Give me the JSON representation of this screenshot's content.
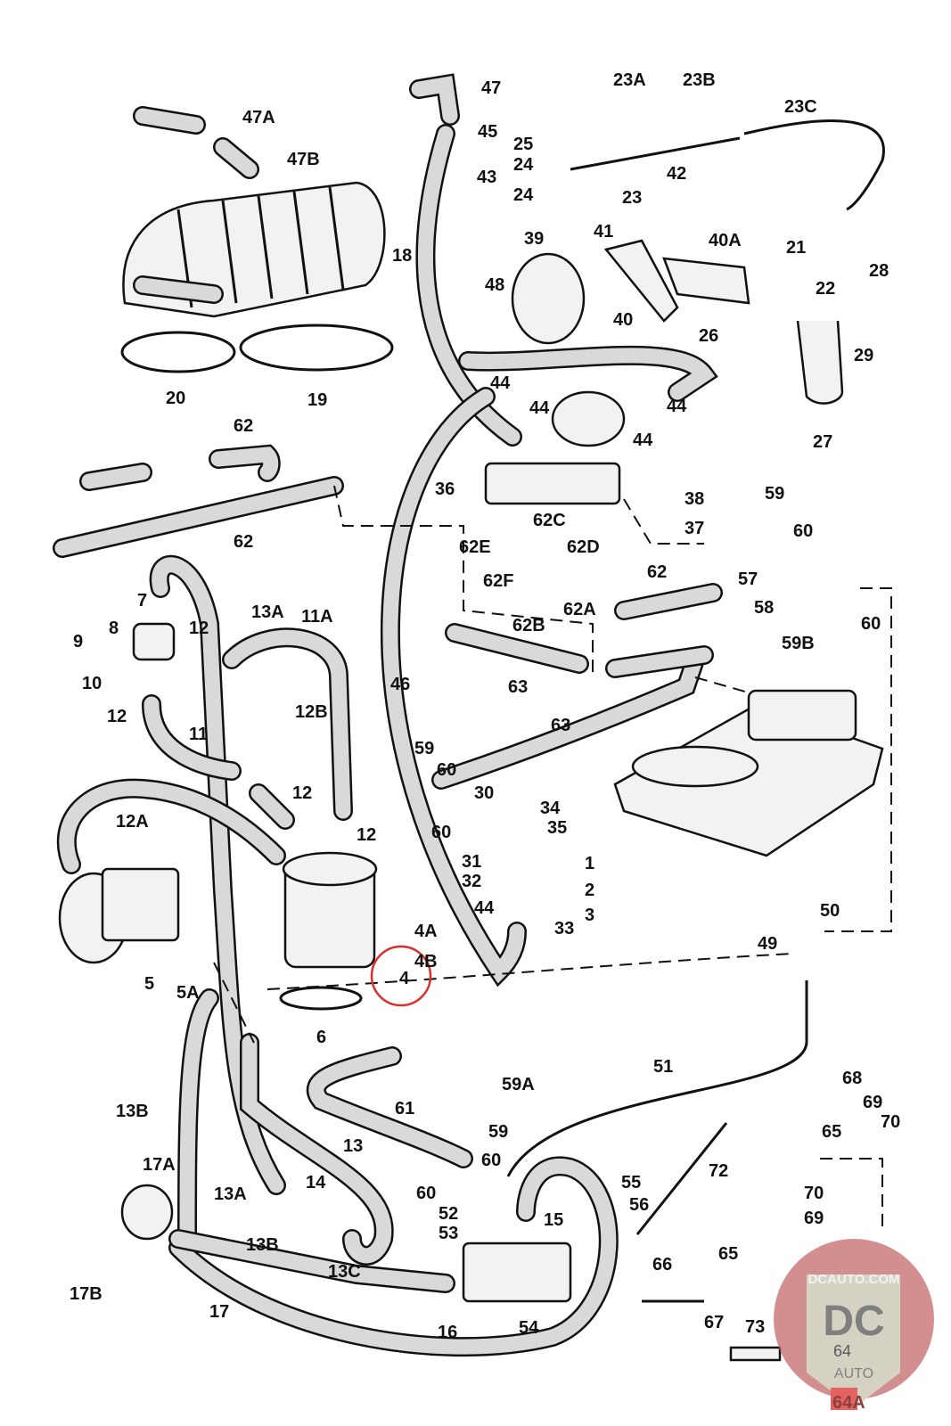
{
  "diagram": {
    "part_labels": [
      "47",
      "47A",
      "47B",
      "45",
      "43",
      "18",
      "20",
      "19",
      "23A",
      "23B",
      "23C",
      "25",
      "24",
      "24",
      "23",
      "42",
      "39",
      "41",
      "40A",
      "21",
      "22",
      "28",
      "48",
      "40",
      "26",
      "29",
      "44",
      "44",
      "44",
      "44",
      "27",
      "62",
      "62",
      "36",
      "38",
      "37",
      "62C",
      "62E",
      "62D",
      "59",
      "60",
      "62F",
      "62B",
      "62A",
      "62",
      "57",
      "58",
      "60",
      "7",
      "13A",
      "11A",
      "12",
      "8",
      "9",
      "59B",
      "10",
      "63",
      "46",
      "12",
      "12B",
      "11",
      "59",
      "60",
      "63",
      "30",
      "12",
      "34",
      "12A",
      "60",
      "35",
      "12",
      "31",
      "1",
      "32",
      "2",
      "4A",
      "44",
      "3",
      "33",
      "50",
      "4B",
      "49",
      "5",
      "5A",
      "4",
      "6",
      "51",
      "59A",
      "68",
      "69",
      "13B",
      "61",
      "70",
      "59",
      "65",
      "13",
      "60",
      "72",
      "17A",
      "14",
      "55",
      "60",
      "13A",
      "56",
      "52",
      "15",
      "70",
      "69",
      "53",
      "13B",
      "65",
      "13C",
      "66",
      "17B",
      "17",
      "67",
      "54",
      "16",
      "73"
    ],
    "highlight_color": "#d9302c"
  },
  "watermark": {
    "text": "DCAUTO.COM",
    "monogram": "DC",
    "sub": "AUTO",
    "labels": [
      "64",
      "64A"
    ],
    "color": "#c0504d"
  }
}
